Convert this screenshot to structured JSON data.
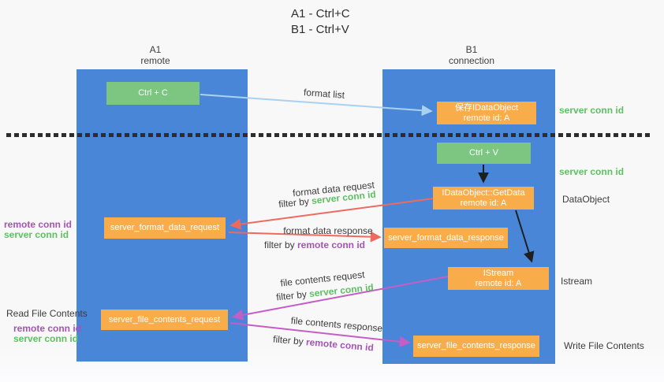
{
  "title": {
    "line1": "A1 - Ctrl+C",
    "line2": "B1 - Ctrl+V"
  },
  "left_column": {
    "header1": "A1",
    "header2": "remote"
  },
  "right_column": {
    "header1": "B1",
    "header2": "connection"
  },
  "boxes": {
    "ctrl_c": "Ctrl + C",
    "ctrl_v": "Ctrl + V",
    "save_dataobject": {
      "line1": "保存IDataObject",
      "line2": "remote id: A"
    },
    "getdata": {
      "line1": "IDataObject::GetData",
      "line2": "remote id: A"
    },
    "istream": {
      "line1": "IStream",
      "line2": "remote id: A"
    },
    "format_request": "server_format_data_request",
    "format_response": "server_format_data_response",
    "file_request": "server_file_contents_request",
    "file_response": "server_file_contents_response"
  },
  "flow_labels": {
    "format_list": "format list",
    "format_data_request": "format data request",
    "format_data_request_filter_prefix": "filter by ",
    "format_data_request_filter_key": "server conn id",
    "format_data_response": "format data response",
    "format_data_response_filter_prefix": "filter by ",
    "format_data_response_filter_key": "remote conn id",
    "file_contents_request": "file contents request",
    "file_contents_request_filter_prefix": "filter by ",
    "file_contents_request_filter_key": "server conn id",
    "file_contents_response": "file contents response",
    "file_contents_response_filter_prefix": "filter by ",
    "file_contents_response_filter_key": "remote conn id"
  },
  "annotations": {
    "right_server_conn_id_top": "server conn id",
    "right_server_conn_id_mid": "server conn id",
    "right_dataobject": "DataObject",
    "right_istream": "Istream",
    "right_write_file_contents": "Write File Contents",
    "left_remote_conn_id_mid": "remote conn id",
    "left_server_conn_id_mid": "server conn id",
    "left_read_file_contents": "Read File Contents",
    "left_remote_conn_id_bottom": "remote conn id",
    "left_server_conn_id_bottom": "server conn id"
  },
  "colors": {
    "panel_blue": "#4a86d8",
    "box_green": "#7cc681",
    "box_orange": "#f9ad4a",
    "arrow_red": "#ee6a5f",
    "arrow_magenta": "#c45ec4",
    "arrow_light_blue": "#a8d2f0",
    "arrow_black": "#1f1f1f",
    "label_green": "#5fbf63",
    "label_purple": "#a653b8",
    "text_dark": "#3c3c3c",
    "background": "#f8f8f8"
  }
}
